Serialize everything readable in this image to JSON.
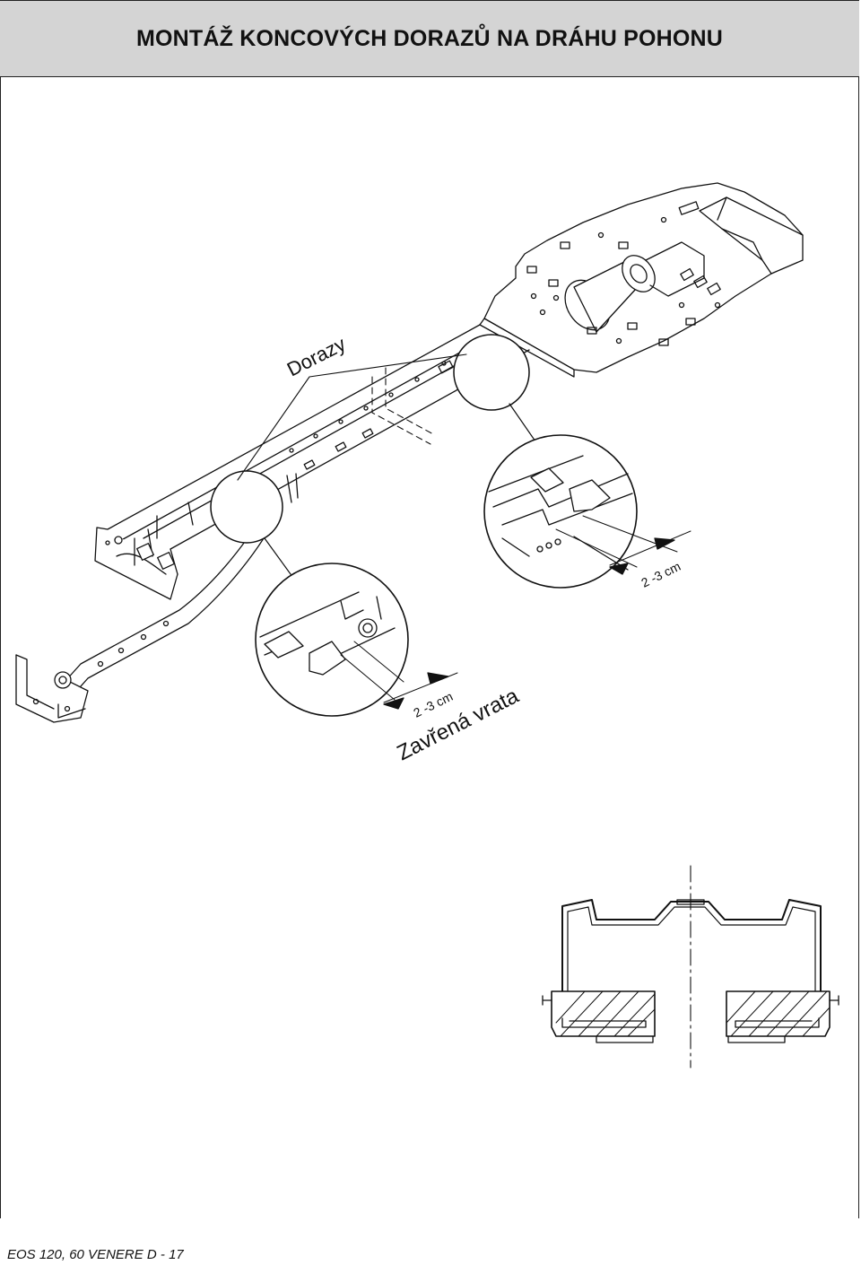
{
  "header": {
    "title": "MONTÁŽ KONCOVÝCH DORAZŮ NA DRÁHU POHONU"
  },
  "drawing": {
    "label_stops": "Dorazy",
    "label_gap_right": "2 -3 cm",
    "label_gap_left": "2 -3 cm",
    "label_closed": "Zavřená vrata"
  },
  "footer": {
    "page_ref": "EOS 120, 60 VENERE D - 17"
  }
}
